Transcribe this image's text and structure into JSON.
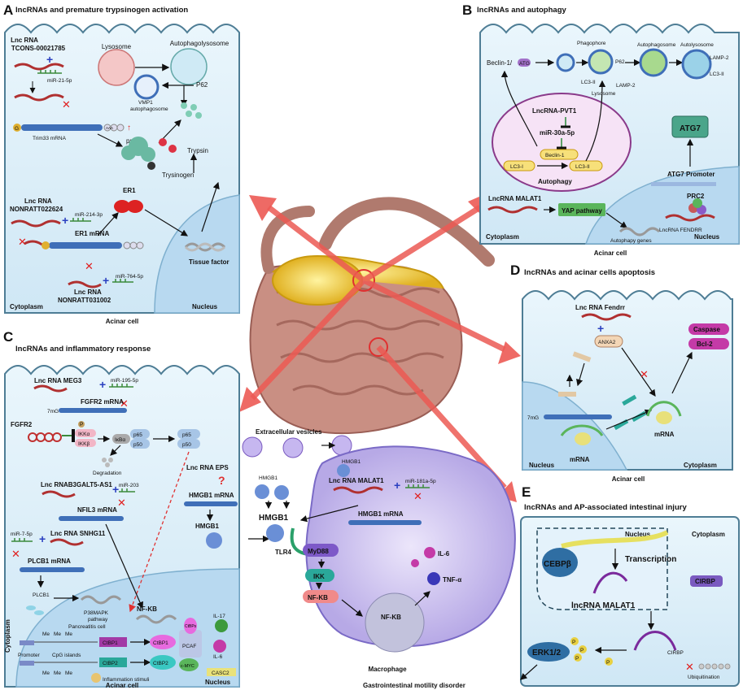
{
  "panels": {
    "A": {
      "letter": "A",
      "title": "lncRNAs and premature trypsinogen activation",
      "labels": {
        "lnc1": "Lnc RNA",
        "lnc1_id": "TCONS-00021785",
        "mir21": "miR-21-5p",
        "trim33": "Trim33 mRNA",
        "lysosome": "Lysosome",
        "autophagolysosome": "Autophagolysosome",
        "vmp1": "VMP1",
        "autophagosome": "autophagosome",
        "p62": "P62",
        "protein": "protein",
        "trypsin": "Trypsin",
        "trysinogen": "Trysinogen",
        "lnc2": "Lnc RNA",
        "lnc2_id": "NONRATT022624",
        "mir214": "miR-214-3p",
        "er1": "ER1",
        "er1mrna": "ER1 mRNA",
        "tissue": "Tissue factor",
        "lnc3": "Lnc RNA",
        "lnc3_id": "NONRATT031002",
        "mir764": "miR-764-5p",
        "cytoplasm": "Cytoplasm",
        "nucleus": "Nucleus",
        "cell": "Acinar cell",
        "g": "G",
        "aaa": "AAA"
      }
    },
    "B": {
      "letter": "B",
      "title": "lncRNAs and autophagy",
      "labels": {
        "beclin_atg": "Beclin-1/",
        "atg": "ATG",
        "phagophore": "Phagophore",
        "autophagosome": "Autophagosome",
        "autolysosome": "Autolysosome",
        "lc3ii": "LC3-II",
        "p62": "P62",
        "lamp2": "LAMP-2",
        "lysosome": "Lysosome",
        "pvt1": "LncRNA-PVT1",
        "mir30": "miR-30a-5p",
        "beclin": "Beclin-1",
        "lc3i": "LC3-I",
        "lc3ii_b": "LC3-II",
        "autophagy": "Autophagy",
        "atg7": "ATG7",
        "atg7prom": "ATG7 Promoter",
        "prc2": "PRC2",
        "malat1": "LncRNA MALAT1",
        "yap": "YAP pathway",
        "genes": "Autophapy genes",
        "fendrr": "LncRNA FENDRR",
        "cytoplasm": "Cytoplasm",
        "nucleus": "Nucleus",
        "cell": "Acinar cell"
      }
    },
    "C": {
      "letter": "C",
      "title": "lncRNAs and inflammatory response",
      "labels": {
        "meg3": "Lnc RNA MEG3",
        "mir195": "miR-195-5p",
        "fgfr2mrna": "FGFR2 mRNA",
        "fgfr2": "FGFR2",
        "ikka": "IKKα",
        "ikkb": "IKKβ",
        "ikba": "IκBα",
        "p65": "p65",
        "p50": "p50",
        "degradation": "Degradation",
        "rnab3": "Lnc RNAB3GALT5-AS1",
        "mir203": "miR-203",
        "nfil3": "NFIL3 mRNA",
        "mir7": "miR-7-5p",
        "snhg11": "Lnc RNA SNHG11",
        "plcb1mrna": "PLCB1 mRNA",
        "plcb1": "PLCB1",
        "p38": "P38MAPK",
        "pathway": "pathway",
        "nfkb": "NF-KB",
        "eps": "Lnc RNA EPS",
        "q": "?",
        "hmgb1mrna": "HMGB1 mRNA",
        "hmgb1": "HMGB1",
        "panc": "Pancreatitis cell",
        "me": "Me",
        "cpg": "CpG islands",
        "promoter": "Promoter",
        "ctbp1": "CtBP1",
        "ctbp2": "CtBP2",
        "ctbps": "CtBPs",
        "pcaf": "PCAF",
        "cmyc": "c-MYC",
        "il17": "IL-17",
        "il6": "IL-6",
        "casc2": "CASC2",
        "inflam": "Inflammation stimuli",
        "cytoplasm": "Cytoplasm",
        "nucleus": "Nucleus",
        "cell": "Acinar cell",
        "p": "P",
        "7mg": "7mG"
      }
    },
    "M": {
      "labels": {
        "ev": "Extracellular vesicles",
        "hmgb1": "HMGB1",
        "tlr4": "TLR4",
        "myd88": "MyD88",
        "ikk": "IKK",
        "nfkb": "NF-KB",
        "malat1": "Lnc RNA MALAT1",
        "mir181": "miR-181a-5p",
        "hmgb1mrna": "HMGB1 mRNA",
        "il6": "IL-6",
        "tnf": "TNF-α",
        "macrophage": "Macrophage"
      }
    },
    "D": {
      "letter": "D",
      "title": "lncRNAs and acinar cells apoptosis",
      "labels": {
        "fendrr": "Lnc RNA Fendrr",
        "anxa2": "ANXA2",
        "caspase": "Caspase",
        "bcl2": "Bcl-2",
        "mrna": "mRNA",
        "nucleus": "Nucleus",
        "cytoplasm": "Cytoplasm",
        "cell": "Acinar cell",
        "7mg": "7mG"
      }
    },
    "E": {
      "letter": "E",
      "title": "lncRNAs and AP-associated intestinal injury",
      "labels": {
        "nucleus": "Nucleus",
        "cytoplasm": "Cytoplasm",
        "cebpb": "CEBPβ",
        "transcription": "Transcription",
        "malat1": "lncRNA MALAT1",
        "cirbp": "CIRBP",
        "erk": "ERK1/2",
        "p": "P",
        "ubiq": "Ubiquitination",
        "gimd": "Gastrointestinal motility disorder"
      }
    }
  },
  "colors": {
    "cell_fill": "#dff0fa",
    "cell_stroke": "#4e7d95",
    "arrow": "#e8403f",
    "nucleus": "#b8d9f0",
    "green": "#5ab55b"
  }
}
